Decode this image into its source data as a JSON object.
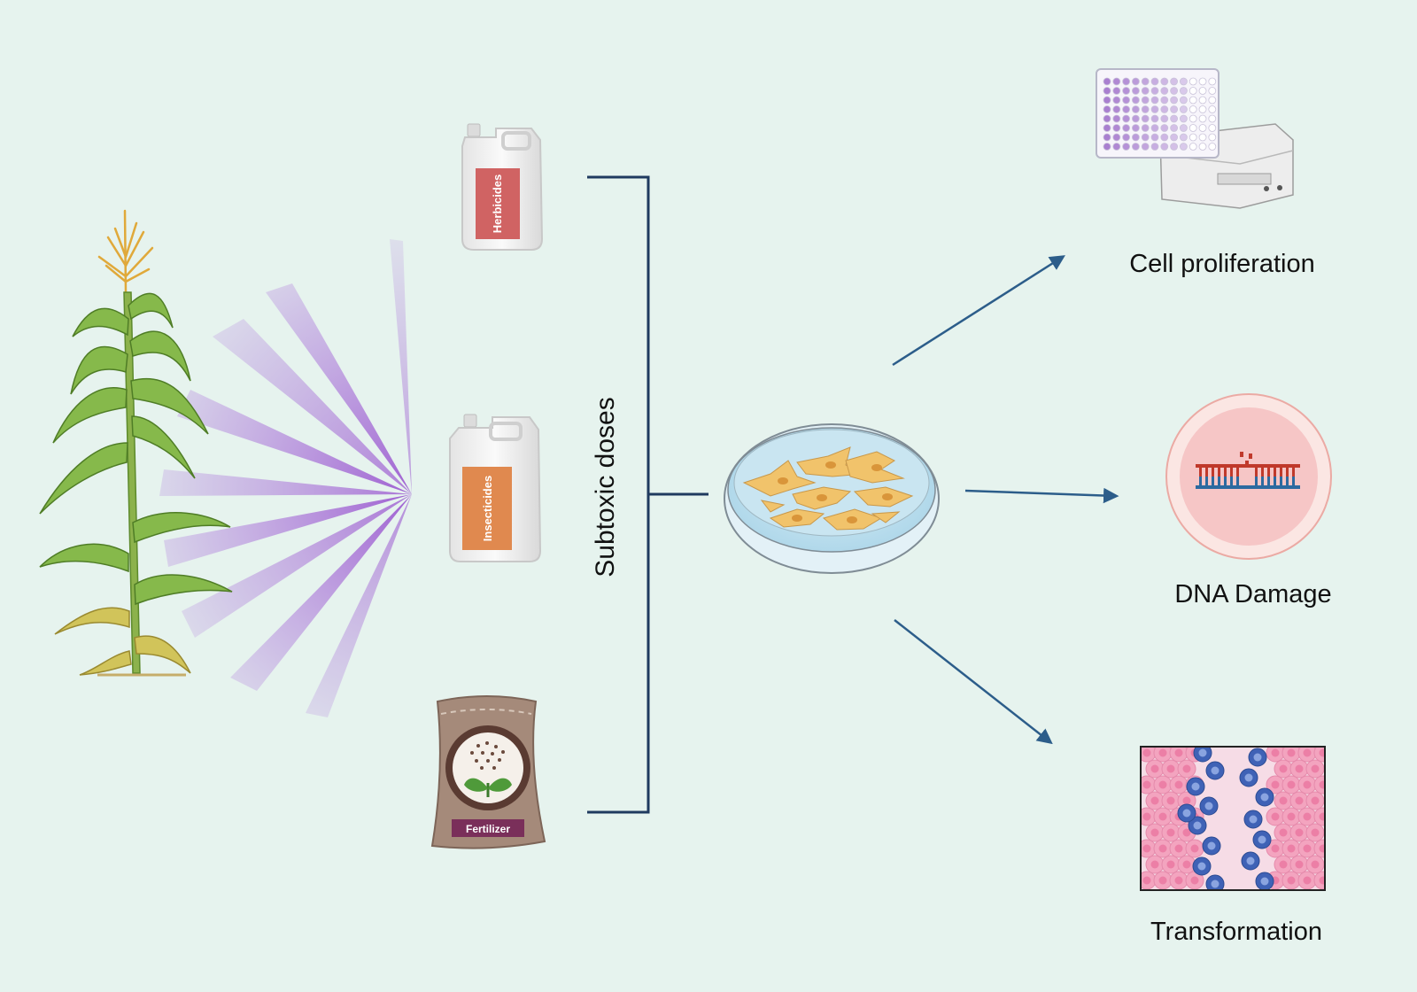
{
  "labels": {
    "herbicides": "Herbicides",
    "insecticides": "Insecticides",
    "fertilizer": "Fertilizer",
    "subtoxic_doses": "Subtoxic doses",
    "cell_proliferation": "Cell proliferation",
    "dna_damage": "DNA Damage",
    "transformation": "Transformation"
  },
  "colors": {
    "background": "#e6f3ee",
    "connector": "#1f3a5f",
    "arrow": "#2c5d8a",
    "spray": "#9b59d0",
    "herbicide_label": "#d06363",
    "insecticide_label": "#e0894f",
    "fertilizer_bag": "#a58a7a",
    "fertilizer_label": "#7a2f5a",
    "cell_fill": "#f1c36b",
    "dna_circle": "#f6c6c6"
  },
  "icons": {
    "plant": "corn-plant-icon",
    "spray": "spray-rays-icon",
    "herbicide": "herbicide-jug-icon",
    "insecticide": "insecticide-jug-icon",
    "fertilizer": "fertilizer-bag-icon",
    "dish": "petri-dish-icon",
    "plate_reader": "plate-reader-icon",
    "dna": "dna-damage-icon",
    "tissue": "transformation-tissue-icon"
  }
}
